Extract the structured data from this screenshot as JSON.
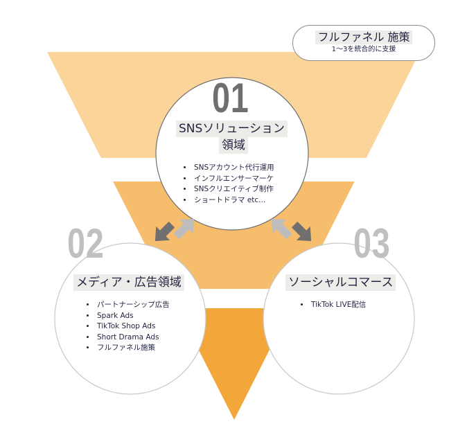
{
  "colors": {
    "band_top": "#FBD49A",
    "band_mid": "#F5BD6C",
    "band_bottom": "#F3A73B",
    "arrow_dark": "#6f6f6f",
    "arrow_light": "#bdbdbd"
  },
  "pill": {
    "title": "フルファネル 施策",
    "subtitle": "1〜3を統合的に支援"
  },
  "circles": [
    {
      "number": "01",
      "title_line1": "SNSソリューション",
      "title_line2": "領域",
      "items": [
        "SNSアカウント代行運用",
        "インフルエンサーマーケ",
        "SNSクリエイティブ制作",
        "ショートドラマ etc..."
      ]
    },
    {
      "number": "02",
      "title_line1": "メディア・広告領域",
      "items": [
        "パートナーシップ広告",
        "Spark Ads",
        "TikTok Shop Ads",
        "Short Drama Ads",
        "フルファネル施策"
      ]
    },
    {
      "number": "03",
      "title_line1": "ソーシャルコマース",
      "items": [
        "TikTok LIVE配信"
      ]
    }
  ]
}
